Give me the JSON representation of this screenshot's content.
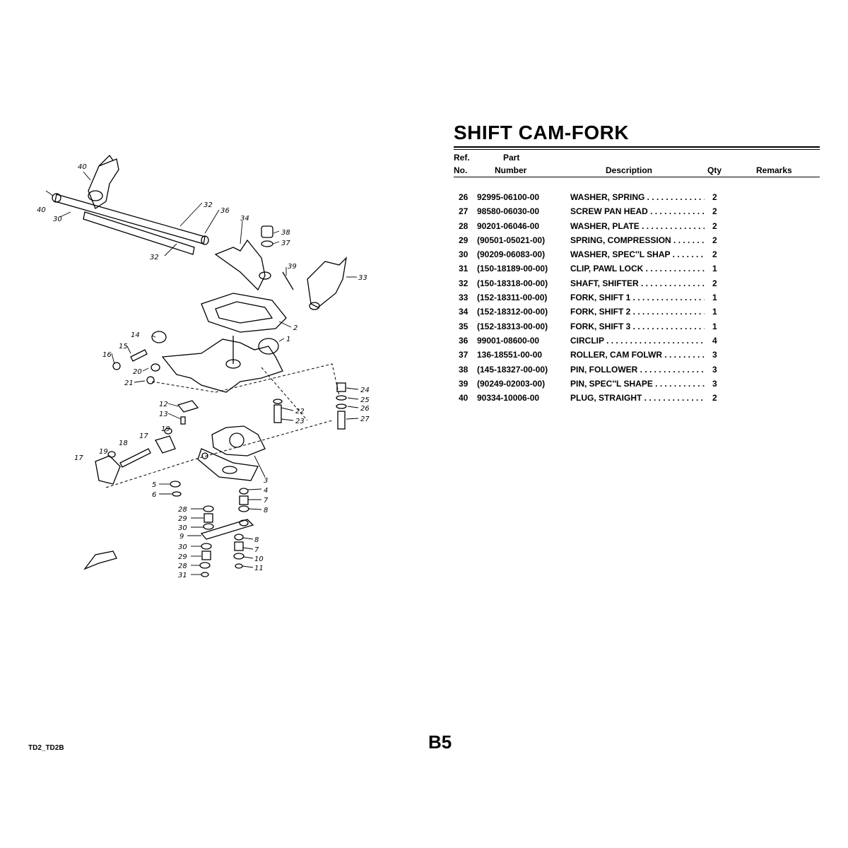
{
  "title": "SHIFT CAM-FORK",
  "columns": {
    "ref_line1": "Ref.",
    "ref_line2": "No.",
    "part_line1": "Part",
    "part_line2": "Number",
    "description": "Description",
    "qty": "Qty",
    "remarks": "Remarks"
  },
  "parts": [
    {
      "ref": "26",
      "part_number": "92995-06100-00",
      "description": "WASHER, SPRING . . . . . . . . . . . . . . . . . . . .",
      "qty": "2"
    },
    {
      "ref": "27",
      "part_number": "98580-06030-00",
      "description": "SCREW PAN HEAD  . . . . . . . . . . . . . . . . .",
      "qty": "2"
    },
    {
      "ref": "28",
      "part_number": "90201-06046-00",
      "description": "WASHER, PLATE . . . . . . . . . . . . . . . . . . . .",
      "qty": "2"
    },
    {
      "ref": "29",
      "part_number": "(90501-05021-00)",
      "description": "SPRING, COMPRESSION . . . . . . . . . . .",
      "qty": "2"
    },
    {
      "ref": "30",
      "part_number": "(90209-06083-00)",
      "description": "WASHER, SPEC''L SHAP   . . . . . . . . . .",
      "qty": "2"
    },
    {
      "ref": "31",
      "part_number": "(150-18189-00-00)",
      "description": "CLIP, PAWL LOCK   . . . . . . . . . . . . . . . .",
      "qty": "1"
    },
    {
      "ref": "32",
      "part_number": "(150-18318-00-00)",
      "description": "SHAFT, SHIFTER  . . . . . . . . . . . . . . . . . .",
      "qty": "2"
    },
    {
      "ref": "33",
      "part_number": "(152-18311-00-00)",
      "description": "FORK, SHIFT 1   . . . . . . . . . . . . . . . . . . .",
      "qty": "1"
    },
    {
      "ref": "34",
      "part_number": "(152-18312-00-00)",
      "description": "FORK, SHIFT 2   . . . . . . . . . . . . . . . . . . .",
      "qty": "1"
    },
    {
      "ref": "35",
      "part_number": "(152-18313-00-00)",
      "description": "FORK, SHIFT 3   . . . . . . . . . . . . . . . . . . .",
      "qty": "1"
    },
    {
      "ref": "36",
      "part_number": "99001-08600-00",
      "description": "CIRCLIP . . . . . . . . . . . . . . . . . . . . . . . . . . .",
      "qty": "4"
    },
    {
      "ref": "37",
      "part_number": "136-18551-00-00",
      "description": "ROLLER, CAM FOLWR  . . . . . . . . . . . . .",
      "qty": "3"
    },
    {
      "ref": "38",
      "part_number": "(145-18327-00-00)",
      "description": "PIN, FOLLOWER  . . . . . . . . . . . . . . . . . . .",
      "qty": "3"
    },
    {
      "ref": "39",
      "part_number": "(90249-02003-00)",
      "description": "PIN, SPEC''L SHAPE  . . . . . . . . . . . . . . .",
      "qty": "3"
    },
    {
      "ref": "40",
      "part_number": "90334-10006-00",
      "description": "PLUG, STRAIGHT   . . . . . . . . . . . . . . . . . .",
      "qty": "2"
    }
  ],
  "diagram_callouts": [
    "40",
    "40",
    "30",
    "32",
    "36",
    "34",
    "38",
    "37",
    "32",
    "39",
    "33",
    "2",
    "14",
    "1",
    "15",
    "16",
    "20",
    "21",
    "24",
    "25",
    "26",
    "27",
    "12",
    "13",
    "22",
    "23",
    "19",
    "17",
    "18",
    "19",
    "17",
    "3",
    "5",
    "4",
    "6",
    "7",
    "8",
    "28",
    "29",
    "30",
    "9",
    "8",
    "7",
    "30",
    "29",
    "10",
    "28",
    "11",
    "31"
  ],
  "page_number": "B5",
  "model_code": "TD2_TD2B"
}
